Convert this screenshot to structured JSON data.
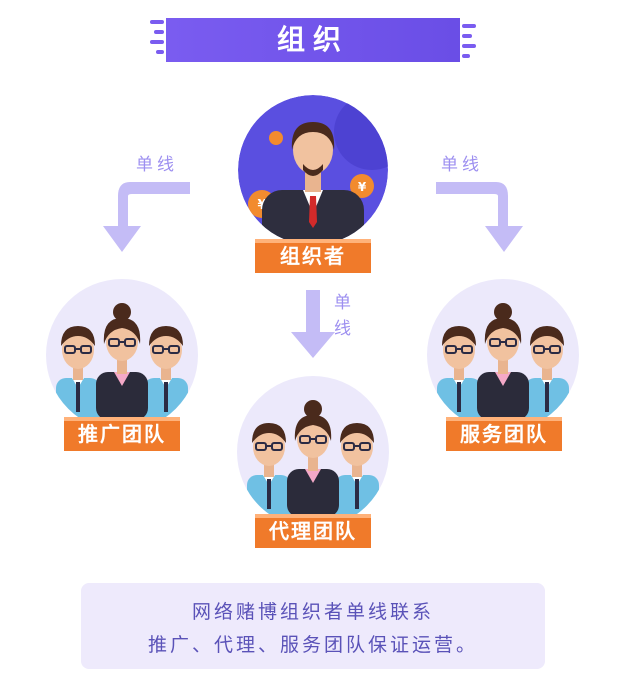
{
  "title": "组织",
  "organizer": {
    "label": "组织者"
  },
  "flow_label": "单线",
  "flow_label_vertical": [
    "单",
    "线"
  ],
  "teams": {
    "promotion": "推广团队",
    "agent": "代理团队",
    "service": "服务团队"
  },
  "note": {
    "line1": "网络赌博组织者单线联系",
    "line2": "推广、代理、服务团队保证运营。"
  },
  "colors": {
    "accent_purple": "#7a5cf0",
    "tag_orange": "#f07a2a",
    "arrow_lilac": "#c4bcf6",
    "circle_lilac": "#ece9fb",
    "note_bg": "#eeeafc"
  }
}
